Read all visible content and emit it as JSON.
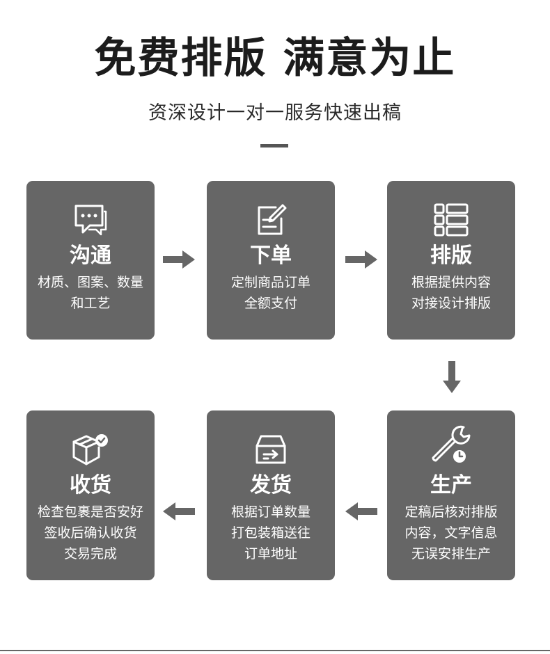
{
  "header": {
    "title": "免费排版 满意为止",
    "subtitle": "资深设计一对一服务快速出稿"
  },
  "colors": {
    "card_bg": "#666666",
    "text_dark": "#1c1c1c",
    "arrow": "#666666"
  },
  "steps": [
    {
      "icon": "chat-bubble-icon",
      "name": "沟通",
      "desc1": "材质、图案、数量",
      "desc2": "和工艺",
      "desc3": ""
    },
    {
      "icon": "edit-note-icon",
      "name": "下单",
      "desc1": "定制商品订单",
      "desc2": "全额支付",
      "desc3": ""
    },
    {
      "icon": "layout-grid-icon",
      "name": "排版",
      "desc1": "根据提供内容",
      "desc2": "对接设计排版",
      "desc3": ""
    },
    {
      "icon": "wrench-icon",
      "name": "生产",
      "desc1": "定稿后核对排版",
      "desc2": "内容，文字信息",
      "desc3": "无误安排生产"
    },
    {
      "icon": "shipping-box-icon",
      "name": "发货",
      "desc1": "根据订单数量",
      "desc2": "打包装箱送往",
      "desc3": "订单地址"
    },
    {
      "icon": "package-check-icon",
      "name": "收货",
      "desc1": "检查包裹是否安好",
      "desc2": "签收后确认收货",
      "desc3": "交易完成"
    }
  ]
}
